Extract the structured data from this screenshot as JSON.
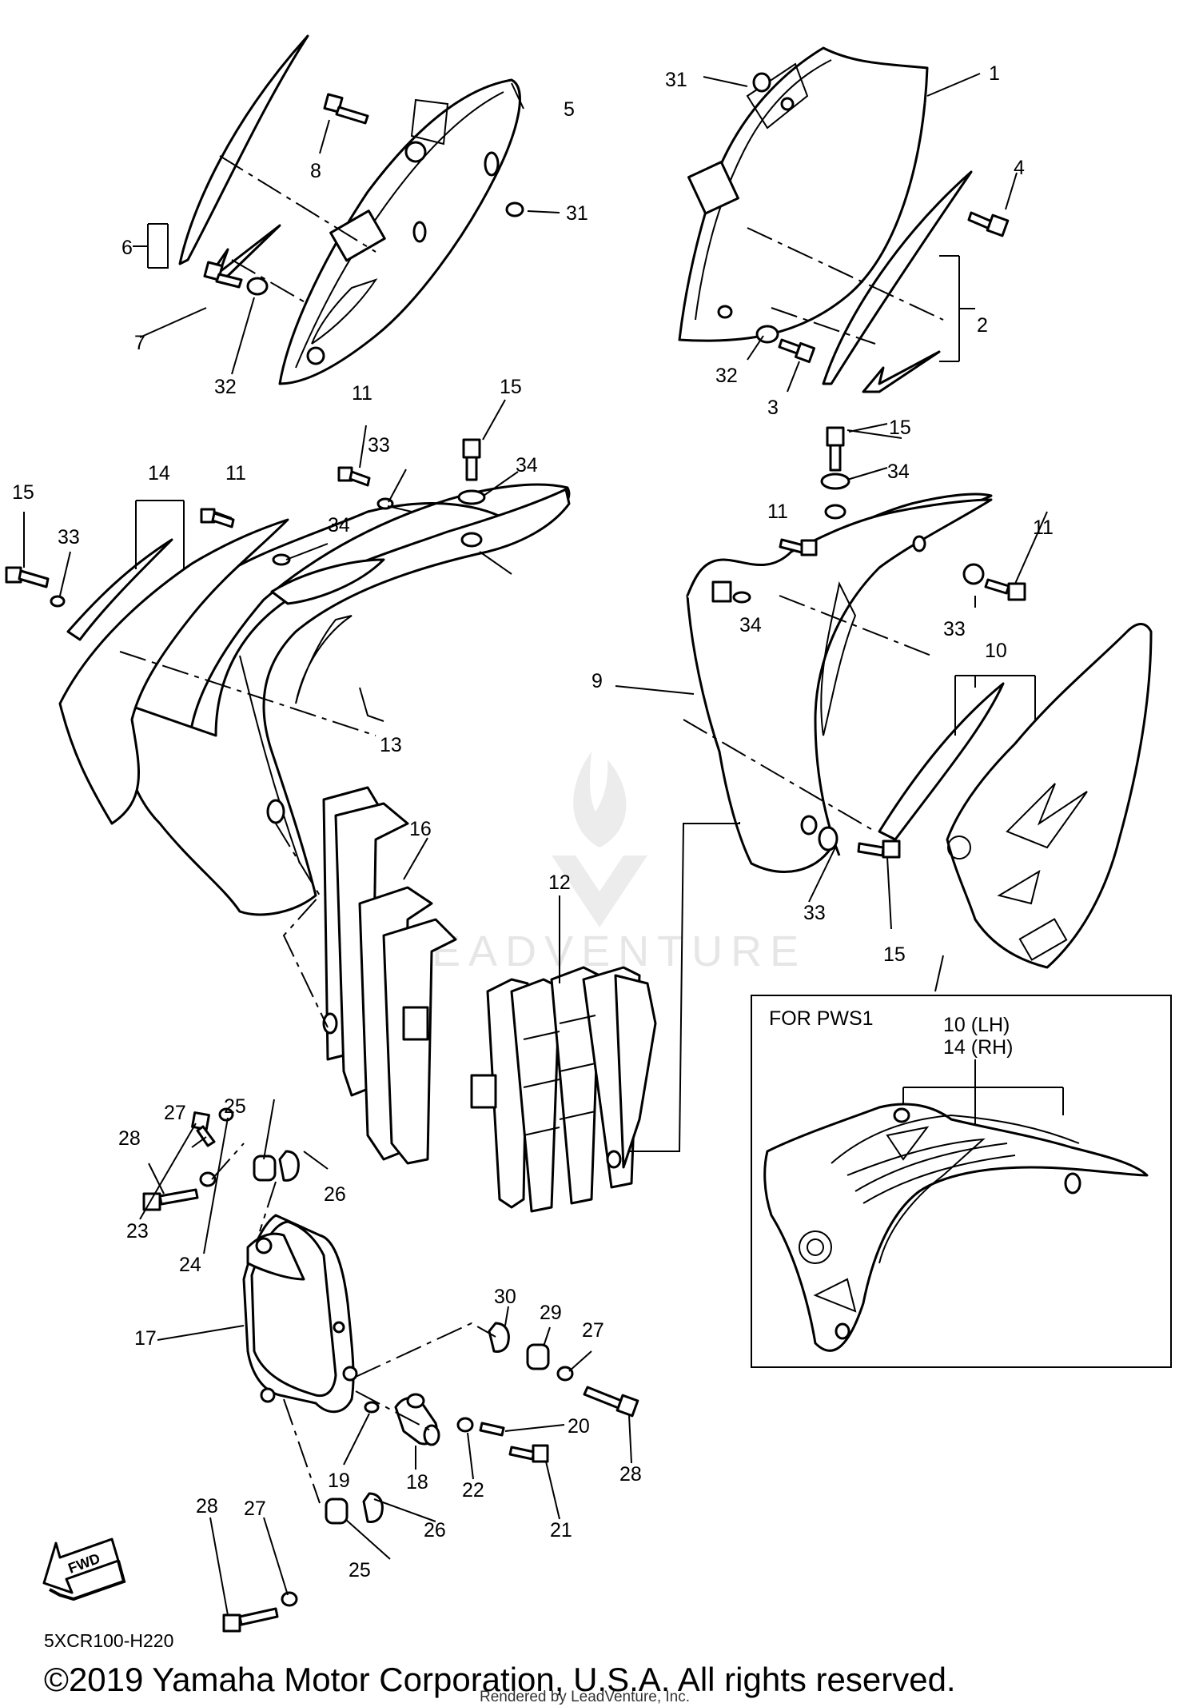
{
  "diagram": {
    "diagram_code": "5XCR100-H220",
    "copyright": "©2019 Yamaha Motor Corporation, U.S.A. All rights reserved.",
    "rendered_by": "Rendered by LeadVenture, Inc.",
    "watermark": "LEADVENTURE",
    "inset": {
      "title": "FOR PWS1",
      "labels": [
        "10 (LH)",
        "14 (RH)"
      ]
    },
    "fwd_label": "FWD",
    "callouts": [
      "1",
      "2",
      "3",
      "4",
      "5",
      "6",
      "7",
      "8",
      "9",
      "10",
      "11",
      "12",
      "13",
      "14",
      "15",
      "16",
      "17",
      "18",
      "19",
      "20",
      "21",
      "22",
      "23",
      "24",
      "25",
      "26",
      "27",
      "28",
      "29",
      "30",
      "31",
      "32",
      "33",
      "34"
    ]
  }
}
